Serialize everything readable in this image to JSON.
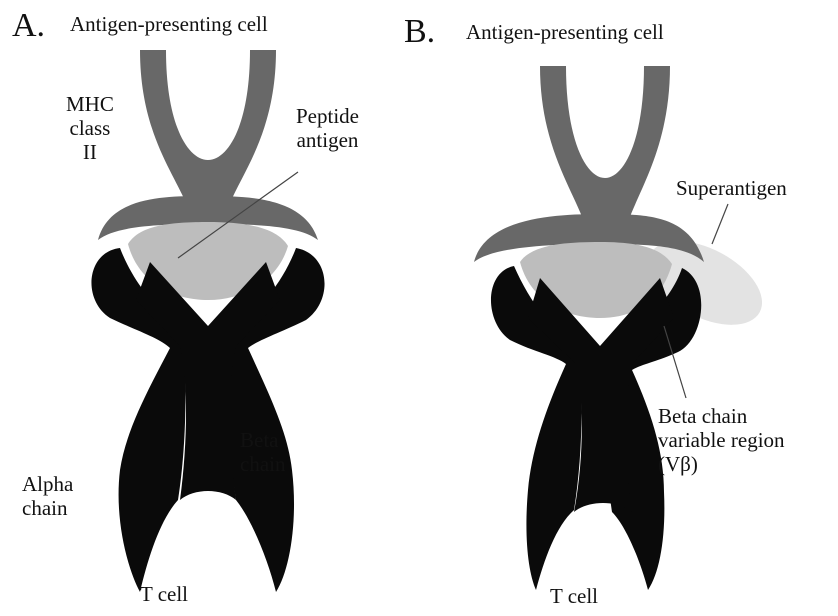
{
  "colors": {
    "mhc": "#686868",
    "peptide": "#bdbdbd",
    "tcr": "#0a0a0a",
    "superantigen": "#e3e3e3",
    "pointer_line": "#444444"
  },
  "panel_a": {
    "letter": "A.",
    "title": "Antigen-presenting cell",
    "mhc_label": [
      "MHC",
      "class",
      "II"
    ],
    "peptide_label": [
      "Peptide",
      "antigen"
    ],
    "beta_label": [
      "Beta",
      "chain"
    ],
    "alpha_label": [
      "Alpha",
      "chain"
    ],
    "tcell_label": "T cell"
  },
  "panel_b": {
    "letter": "B.",
    "title": "Antigen-presenting cell",
    "superantigen_label": "Superantigen",
    "vbeta_label": [
      "Beta chain",
      "variable region",
      "(Vβ)"
    ],
    "tcell_label": "T cell"
  }
}
